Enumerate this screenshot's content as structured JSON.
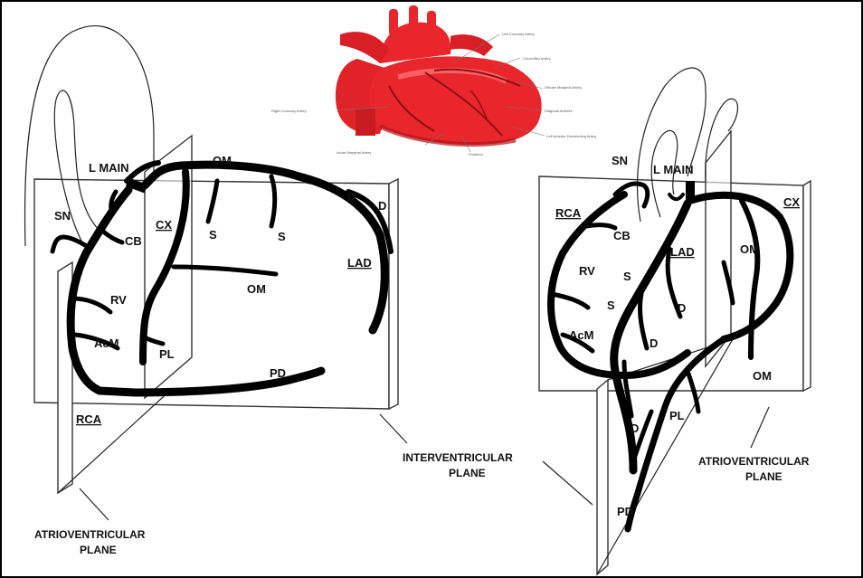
{
  "left_diagram": {
    "labels": {
      "l_main": "L MAIN",
      "om_top": "OM",
      "sn": "SN",
      "cb": "CB",
      "cx": "CX",
      "s1": "S",
      "s2": "S",
      "d1": "D",
      "d2": "D",
      "lad": "LAD",
      "om_mid": "OM",
      "rv": "RV",
      "acm": "AcM",
      "pl": "PL",
      "pd": "PD",
      "rca": "RCA"
    },
    "caption_line1": "ATRIOVENTRICULAR",
    "caption_line2": "PLANE"
  },
  "center_caption": {
    "line1": "INTERVENTRICULAR",
    "line2": "PLANE"
  },
  "right_diagram": {
    "labels": {
      "sn": "SN",
      "l_main": "L MAIN",
      "rca": "RCA",
      "cx": "CX",
      "cb": "CB",
      "lad": "LAD",
      "om1": "OM",
      "rv": "RV",
      "s1": "S",
      "s2": "S",
      "d1": "D",
      "acm": "AcM",
      "d2": "D",
      "om2": "OM",
      "pl": "PL",
      "d3": "D",
      "pd": "PD"
    },
    "caption_line1": "ATRIOVENTRICULAR",
    "caption_line2": "PLANE"
  },
  "heart_image": {
    "colors": {
      "heart": "#e8262b",
      "highlight": "#ff6b6e",
      "shadow": "#b0141a"
    },
    "annotations": [
      "Left Coronary Artery",
      "Circumflex Artery",
      "Obtuse Marginal Artery",
      "Right Coronary Artery",
      "Diagonal Arteries",
      "Left Anterior Descending Artery",
      "Acute Marginal Artery",
      "Posterior"
    ]
  }
}
